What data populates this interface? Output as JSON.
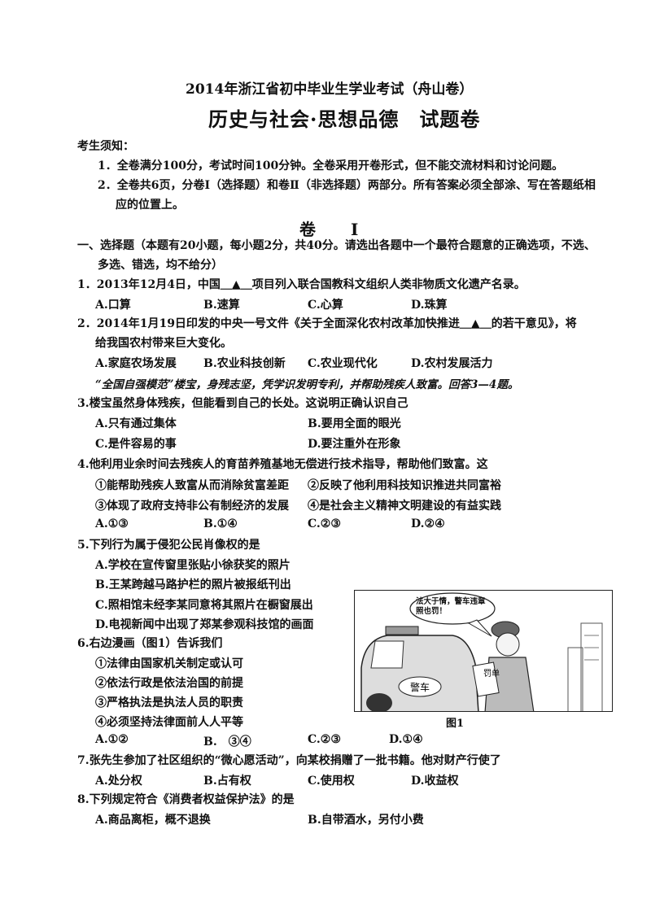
{
  "header": {
    "exam_title": "2014年浙江省初中毕业生学业考试（舟山卷）",
    "paper_title": "历史与社会·思想品德　试题卷"
  },
  "notice": {
    "heading": "考生须知：",
    "item1": "1．全卷满分100分，考试时间100分钟。全卷采用开卷形式，但不能交流材料和讨论问题。",
    "item2_line1": "2．全卷共6页，分卷Ⅰ（选择题）和卷Ⅱ（非选择题）两部分。所有答案必须全部涂、写在答题纸相",
    "item2_line2": "应的位置上。"
  },
  "section_title": "卷 Ⅰ",
  "part1": {
    "line1": "一、选择题（本题有20小题，每小题2分，共40分。请选出各题中一个最符合题意的正确选项，不选、",
    "line2": "多选、错选，均不给分）"
  },
  "q1": {
    "stem": "1．2013年12月4日，中国＿▲＿项目列入联合国教科文组织人类非物质文化遗产名录。",
    "a": "A.口算",
    "b": "B.速算",
    "c": "C.心算",
    "d": "D.珠算"
  },
  "q2": {
    "stem1": "2．2014年1月19日印发的中央一号文件《关于全面深化农村改革加快推进＿▲＿的若干意见》，将",
    "stem2": "给我国农村带来巨大变化。",
    "a": "A.家庭农场发展",
    "b": "B.农业科技创新",
    "c": "C.农业现代化",
    "d": "D.农村发展活力"
  },
  "material": "“全国自强模范”楼宝，身残志坚，凭学识发明专利，并帮助残疾人致富。回答3—4题。",
  "q3": {
    "stem": "3.楼宝虽然身体残疾，但能看到自己的长处。这说明正确认识自己",
    "a": "A.只有通过集体",
    "b": "B.要用全面的眼光",
    "c": "C.是件容易的事",
    "d": "D.要注重外在形象"
  },
  "q4": {
    "stem": "4.他利用业余时间去残疾人的育苗养殖基地无偿进行技术指导，帮助他们致富。这",
    "s1": "①能帮助残疾人致富从而消除贫富差距",
    "s2": "②反映了他利用科技知识推进共同富裕",
    "s3": "③体现了政府支持非公有制经济的发展",
    "s4": "④是社会主义精神文明建设的有益实践",
    "a": "A.①③",
    "b": "B.①④",
    "c": "C.②③",
    "d": "D.②④"
  },
  "q5": {
    "stem": "5.下列行为属于侵犯公民肖像权的是",
    "a": "A.学校在宣传窗里张贴小徐获奖的照片",
    "b": "B.王某跨越马路护栏的照片被报纸刊出",
    "c": "C.照相馆未经李某同意将其照片在橱窗展出",
    "d": "D.电视新闻中出现了郑某参观科技馆的画面"
  },
  "figure": {
    "bubble": "法大于情，警车违章照也罚！",
    "ticket": "罚单",
    "car_label": "警车",
    "caption": "图1"
  },
  "q6": {
    "stem": "6.右边漫画（图1）告诉我们",
    "s1": "①法律由国家机关制定或认可",
    "s2": "②依法行政是依法治国的前提",
    "s3": "③严格执法是执法人员的职责",
    "s4": "④必须坚持法律面前人人平等",
    "a": "A.①②",
    "b": "B.　③④",
    "c": "C.②③",
    "d": "D.①④"
  },
  "q7": {
    "stem": "7.张先生参加了社区组织的“微心愿活动”，向某校捐赠了一批书籍。他对财产行使了",
    "a": "A.处分权",
    "b": "B.占有权",
    "c": "C.使用权",
    "d": "D.收益权"
  },
  "q8": {
    "stem": "8.下列规定符合《消费者权益保护法》的是",
    "a": "A.商品离柜，概不退换",
    "b": "B.自带酒水，另付小费"
  }
}
